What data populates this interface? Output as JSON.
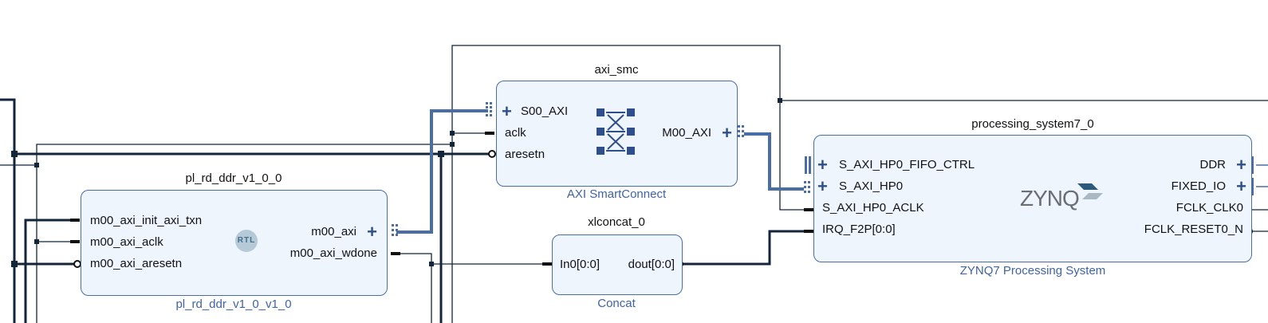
{
  "diagram": {
    "colors": {
      "block_fill": "#eef5fd",
      "block_border": "#4a6da7",
      "wire": "#13253b",
      "bus": "#4a6da7",
      "ip_label": "#3f63a6"
    },
    "blocks": {
      "pl_rd_ddr": {
        "instance_name": "pl_rd_ddr_v1_0_0",
        "ip_name": "pl_rd_ddr_v1_0_v1_0",
        "badge": "RTL",
        "inputs": [
          "m00_axi_init_axi_txn",
          "m00_axi_aclk",
          "m00_axi_aresetn"
        ],
        "outputs": [
          "m00_axi",
          "m00_axi_wdone"
        ]
      },
      "axi_smc": {
        "instance_name": "axi_smc",
        "ip_name": "AXI SmartConnect",
        "inputs": [
          "S00_AXI",
          "aclk",
          "aresetn"
        ],
        "outputs": [
          "M00_AXI"
        ]
      },
      "xlconcat": {
        "instance_name": "xlconcat_0",
        "ip_name": "Concat",
        "inputs": [
          "In0[0:0]"
        ],
        "outputs": [
          "dout[0:0]"
        ]
      },
      "ps7": {
        "instance_name": "processing_system7_0",
        "ip_name": "ZYNQ7 Processing System",
        "logo": "ZYNQ",
        "inputs": [
          "S_AXI_HP0_FIFO_CTRL",
          "S_AXI_HP0",
          "S_AXI_HP0_ACLK",
          "IRQ_F2P[0:0]"
        ],
        "outputs": [
          "DDR",
          "FIXED_IO",
          "FCLK_CLK0",
          "FCLK_RESET0_N"
        ]
      }
    }
  }
}
